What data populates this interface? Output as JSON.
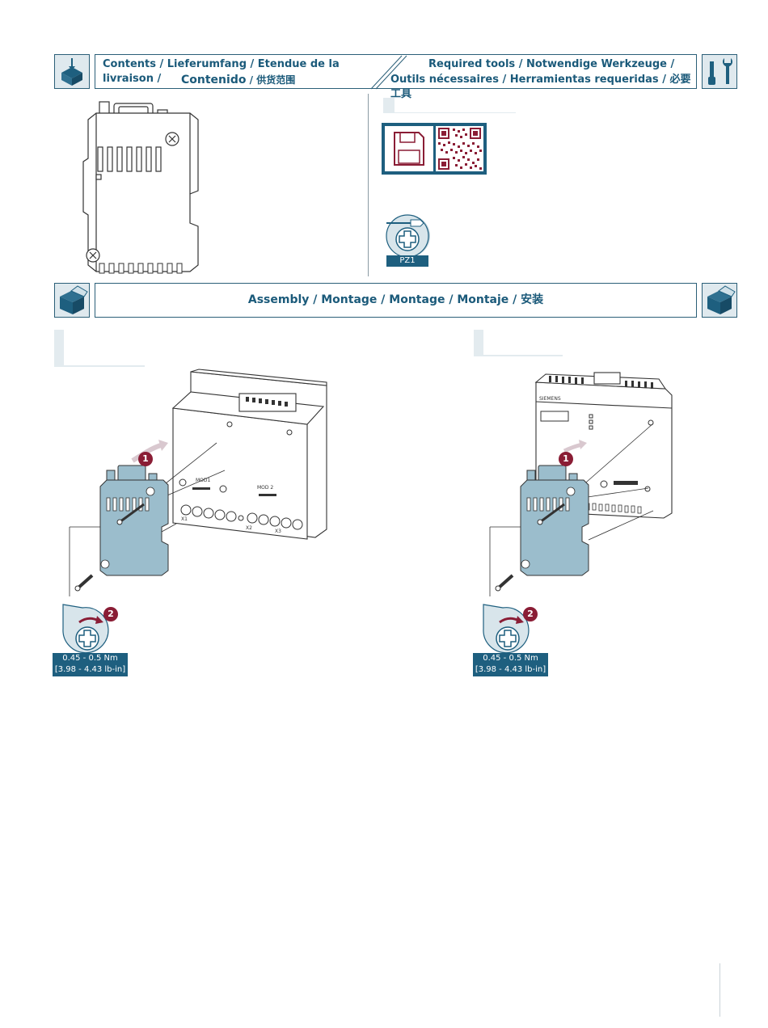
{
  "header1": {
    "contents_line1": "Contents / Lieferumfang / Etendue de la livraison /",
    "contents_line2_bold": "Contenido",
    "contents_line2_rest": " / 供货范围",
    "tools_line1": "Required tools / Notwendige Werkzeuge /",
    "tools_line2": "Outils nécessaires / Herramientas requeridas / 必要工具"
  },
  "tool": {
    "screwdriver_label": "PZ1"
  },
  "assembly": {
    "title": "Assembly / Montage / Montage / Montaje / 安装"
  },
  "steps": [
    {
      "step1": "1",
      "step2": "2",
      "torque_line1": "0.45 - 0.5 Nm",
      "torque_line2": "[3.98 - 4.43 lb-in]"
    },
    {
      "step1": "1",
      "step2": "2",
      "torque_line1": "0.45 - 0.5 Nm",
      "torque_line2": "[3.98 - 4.43 lb-in]"
    }
  ],
  "labels": {
    "mod1": "MOD1",
    "mod2": "MOD 2",
    "x1": "X1",
    "x2": "X2",
    "x3": "X3",
    "brand": "SIEMENS"
  },
  "colors": {
    "accent": "#1e5f7f",
    "step_marker": "#8a1d35",
    "module_fill": "#9bbdcc"
  }
}
